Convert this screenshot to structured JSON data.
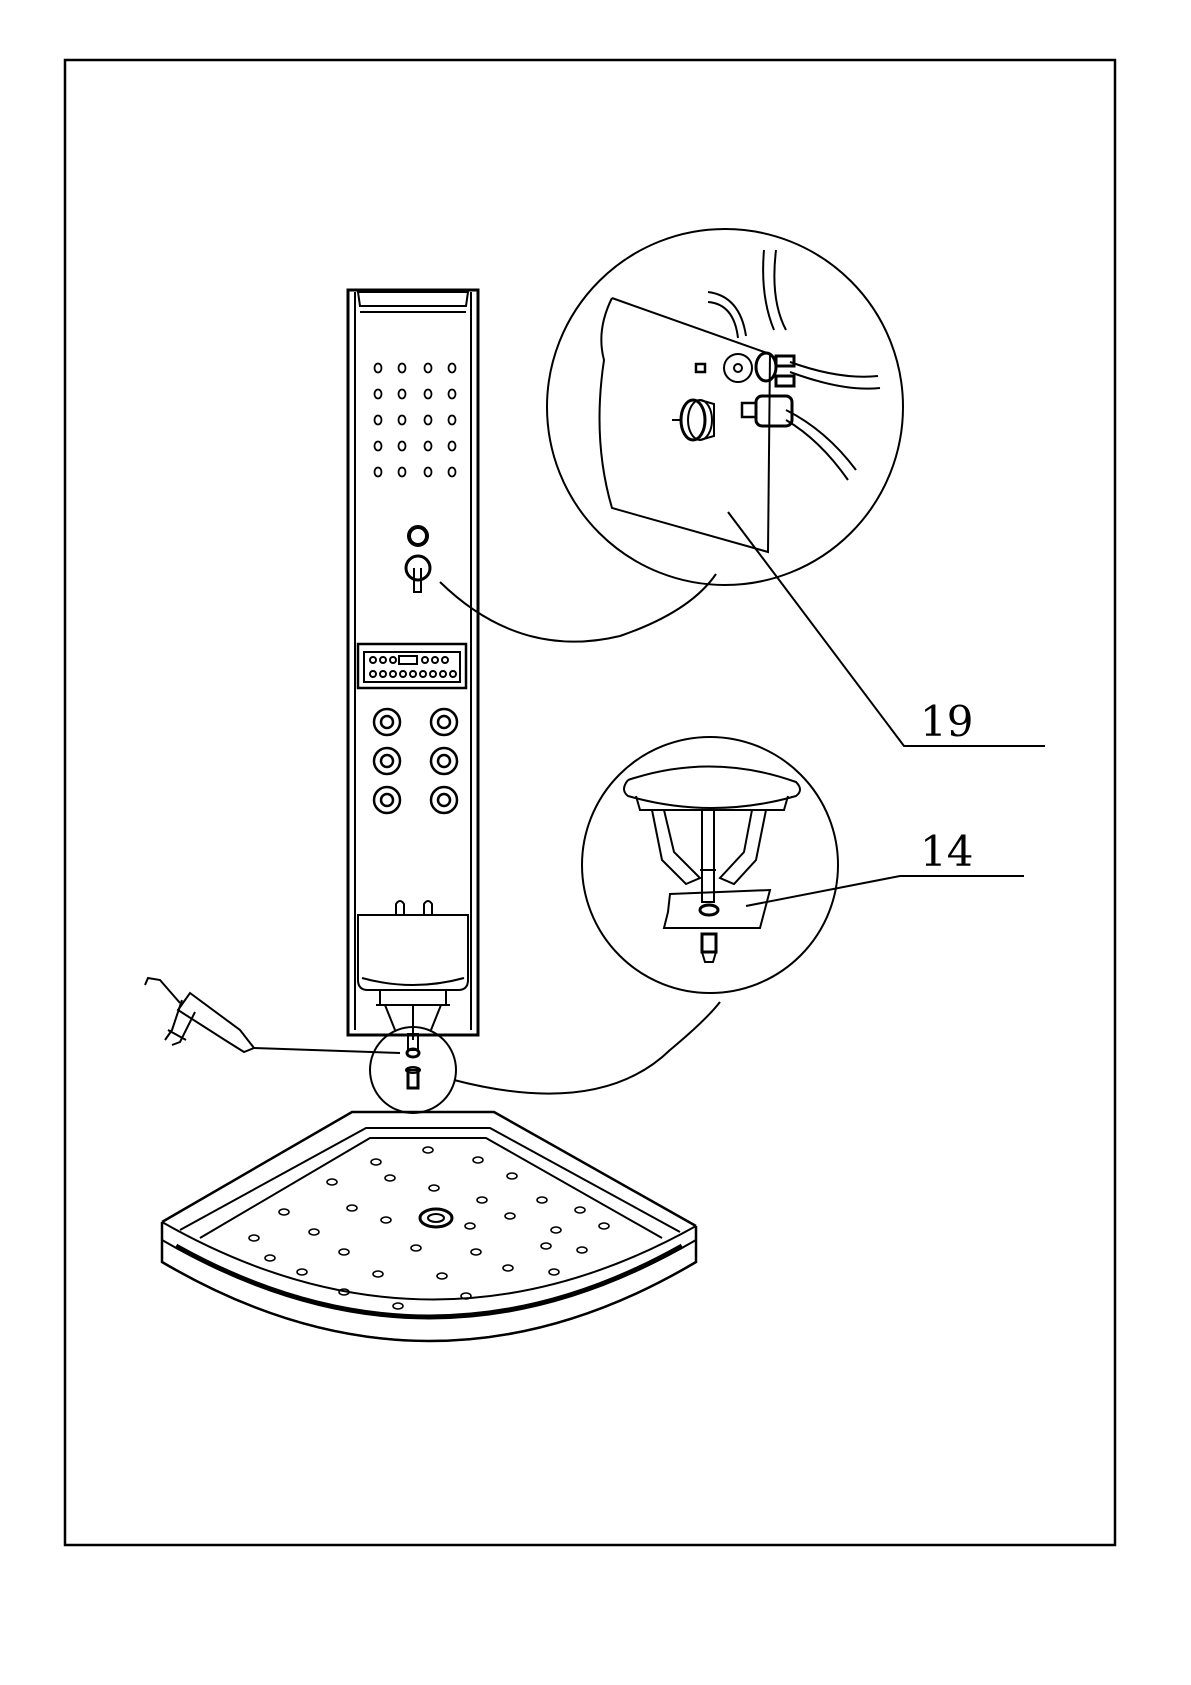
{
  "diagram": {
    "callouts": [
      {
        "id": "part-19",
        "label": "19"
      },
      {
        "id": "part-14",
        "label": "14"
      }
    ]
  },
  "colors": {
    "stroke": "#000000",
    "background": "#ffffff"
  }
}
